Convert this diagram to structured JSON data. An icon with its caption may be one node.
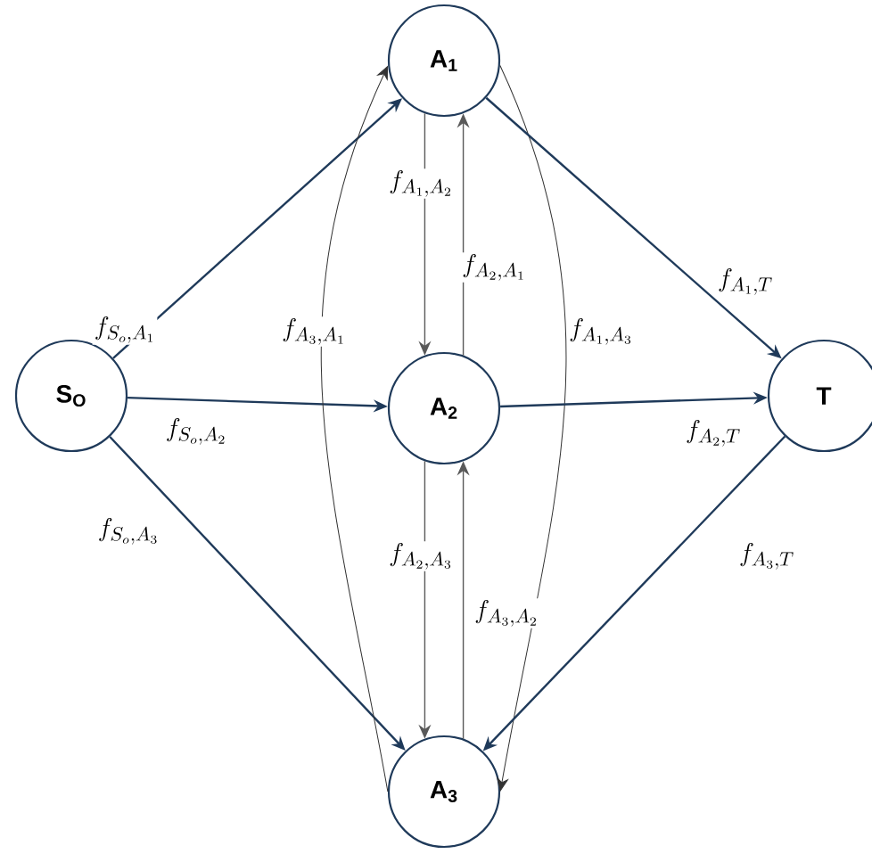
{
  "diagram": {
    "nodes": [
      {
        "text": [
          "S$_{O}$"
        ]
      },
      {
        "text": [
          "A$_{1}$"
        ]
      },
      {
        "text": [
          "A$_{2}$"
        ]
      },
      {
        "text": [
          "A$_{3}$"
        ]
      },
      {
        "text": [
          "T"
        ]
      }
    ],
    "edges": [
      {
        "from": 0,
        "to": 1,
        "arrow": "to",
        "label": "f_{S_o,A_1}"
      },
      {
        "from": 0,
        "to": 2,
        "arrow": "to",
        "label": "f_{S_o,A_2}"
      },
      {
        "from": 0,
        "to": 3,
        "arrow": "to",
        "label": "f_{S_o,A_3}"
      },
      {
        "from": 1,
        "to": 2,
        "arrow": "to",
        "label": "f_{A_1,A_2}",
        "color": "#595959"
      },
      {
        "from": 2,
        "to": 1,
        "arrow": "to",
        "label": "f_{A_2,A_1}",
        "color": "#595959"
      },
      {
        "from": 3,
        "to": 1,
        "arrow": "to",
        "label": "f_{A_3,A_1}",
        "color": "#333333"
      },
      {
        "from": 1,
        "to": 3,
        "arrow": "to",
        "label": "f_{A_1,A_3}",
        "color": "#333333"
      },
      {
        "from": 1,
        "to": 4,
        "arrow": "to",
        "label": "f_{A_1,T}"
      },
      {
        "from": 2,
        "to": 4,
        "arrow": "to",
        "label": "f_{A_2,T}"
      },
      {
        "from": 2,
        "to": 3,
        "arrow": "to",
        "label": "f_{A_2,A_3}",
        "color": "#595959"
      },
      {
        "from": 3,
        "to": 2,
        "arrow": "to",
        "label": "f_{A_3,A_2}",
        "color": "#595959"
      },
      {
        "from": 4,
        "to": 3,
        "arrow": "to",
        "label": "f_{A_3,T}"
      }
    ]
  }
}
